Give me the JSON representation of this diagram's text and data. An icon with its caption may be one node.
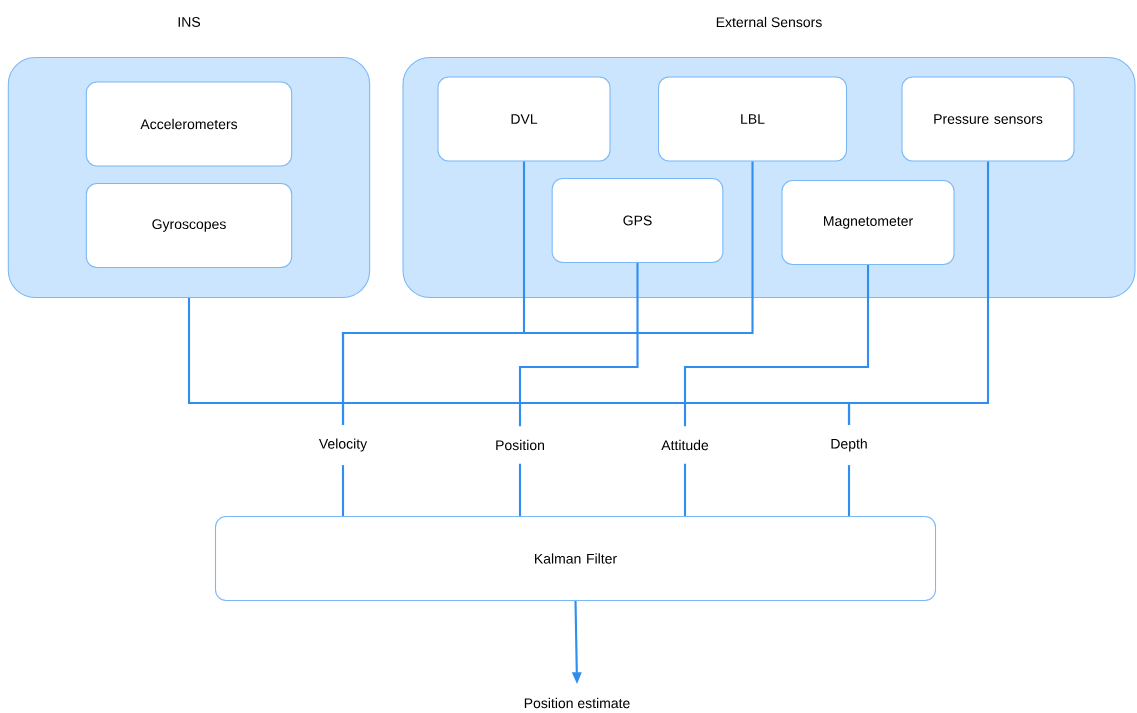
{
  "diagram": {
    "nodes": [
      {
        "text": [
          "INS"
        ]
      },
      {
        "text": [
          "Accelerometers"
        ],
        "in": 0
      },
      {
        "text": [
          "Gyroscopes"
        ],
        "in": 0
      },
      {
        "text": [
          "External Sensors"
        ]
      },
      {
        "text": [
          "DVL"
        ],
        "in": 3
      },
      {
        "text": [
          "LBL"
        ],
        "in": 3
      },
      {
        "text": [
          "Pressure sensors"
        ],
        "in": 3
      },
      {
        "text": [
          "GPS"
        ],
        "in": 3
      },
      {
        "text": [
          "Magnetometer"
        ],
        "in": 3
      },
      {
        "text": [
          "Velocity"
        ]
      },
      {
        "text": [
          "Position"
        ]
      },
      {
        "text": [
          "Attitude"
        ]
      },
      {
        "text": [
          "Depth"
        ]
      },
      {
        "text": [
          "Kalman Filter"
        ]
      },
      {
        "text": [
          "Position estimate"
        ]
      }
    ],
    "edges": [
      {
        "from": 4,
        "to": 9,
        "arrow": "none"
      },
      {
        "from": 5,
        "to": 9,
        "arrow": "none"
      },
      {
        "from": 7,
        "to": 10,
        "arrow": "none"
      },
      {
        "from": 8,
        "to": 11,
        "arrow": "none"
      },
      {
        "from": 0,
        "to": 12,
        "arrow": "none"
      },
      {
        "from": 6,
        "to": 12,
        "arrow": "none"
      },
      {
        "from": 9,
        "to": 13,
        "arrow": "none"
      },
      {
        "from": 10,
        "to": 13,
        "arrow": "none"
      },
      {
        "from": 11,
        "to": 13,
        "arrow": "none"
      },
      {
        "from": 12,
        "to": 13,
        "arrow": "none"
      },
      {
        "from": 13,
        "to": 14,
        "arrow": "to"
      }
    ]
  }
}
